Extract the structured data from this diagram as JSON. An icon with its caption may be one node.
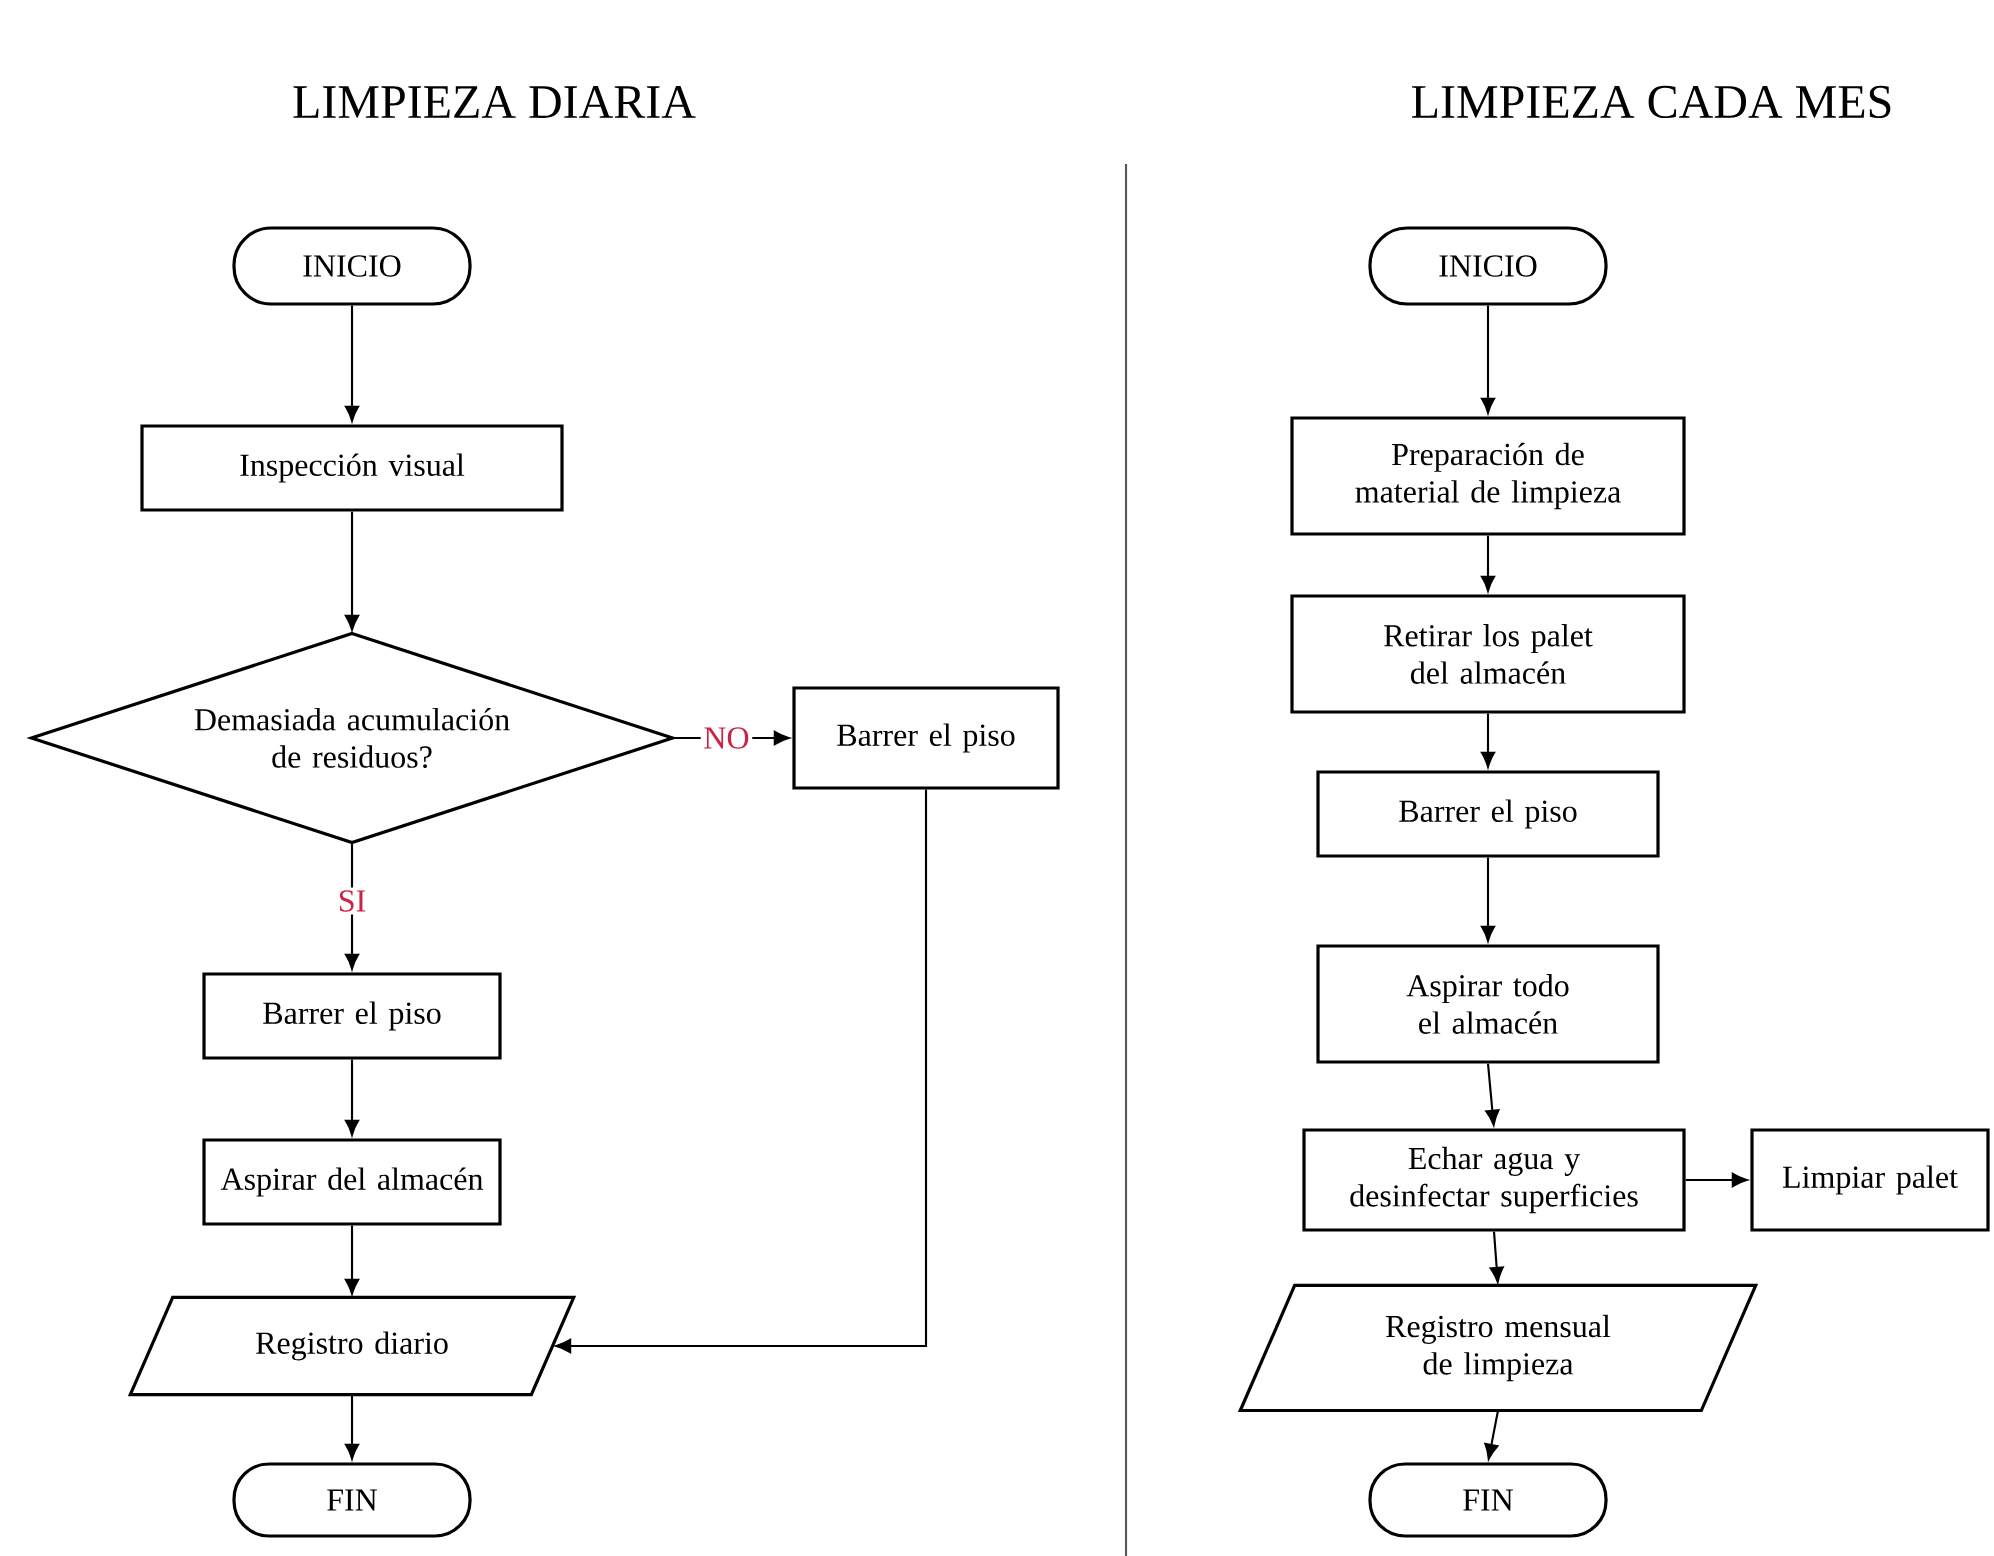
{
  "diagram": {
    "nodes": [
      {
        "text": [
          "INICIO"
        ]
      },
      {
        "text": [
          "Inspección visual"
        ]
      },
      {
        "text": [
          "Demasiada acumulación de residuos?"
        ]
      },
      {
        "text": [
          "Barrer el piso"
        ]
      },
      {
        "text": [
          "Barrer el piso"
        ]
      },
      {
        "text": [
          "Aspirar del almacén"
        ]
      },
      {
        "text": [
          "Registro diario"
        ]
      },
      {
        "text": [
          "FIN"
        ]
      },
      {
        "text": [
          "INICIO"
        ]
      },
      {
        "text": [
          "Preparación de material de limpieza"
        ]
      },
      {
        "text": [
          "Retirar los palet del almacén"
        ]
      },
      {
        "text": [
          "Barrer el piso"
        ]
      },
      {
        "text": [
          "Aspirar todo el almacén"
        ]
      },
      {
        "text": [
          "Echar agua y desinfectar superficies"
        ]
      },
      {
        "text": [
          "Limpiar palet"
        ]
      },
      {
        "text": [
          "Registro mensual de limpieza"
        ]
      },
      {
        "text": [
          "FIN"
        ]
      }
    ],
    "edges": [
      {
        "from": 0,
        "to": 1,
        "arrow": "to"
      },
      {
        "from": 1,
        "to": 2,
        "arrow": "to"
      },
      {
        "from": 2,
        "to": 3,
        "arrow": "to",
        "label": "NO"
      },
      {
        "from": 2,
        "to": 4,
        "arrow": "to",
        "label": "SI"
      },
      {
        "from": 4,
        "to": 5,
        "arrow": "to"
      },
      {
        "from": 5,
        "to": 6,
        "arrow": "to"
      },
      {
        "from": 3,
        "to": 6,
        "arrow": "to"
      },
      {
        "from": 6,
        "to": 7,
        "arrow": "to"
      },
      {
        "from": 8,
        "to": 9,
        "arrow": "to"
      },
      {
        "from": 9,
        "to": 10,
        "arrow": "to"
      },
      {
        "from": 10,
        "to": 11,
        "arrow": "to"
      },
      {
        "from": 11,
        "to": 12,
        "arrow": "to"
      },
      {
        "from": 12,
        "to": 13,
        "arrow": "to"
      },
      {
        "from": 13,
        "to": 14,
        "arrow": "to"
      },
      {
        "from": 13,
        "to": 15,
        "arrow": "to"
      },
      {
        "from": 15,
        "to": 16,
        "arrow": "to"
      }
    ],
    "labels": [
      "LIMPIEZA DIARIA",
      "LIMPIEZA CADA MES"
    ]
  }
}
